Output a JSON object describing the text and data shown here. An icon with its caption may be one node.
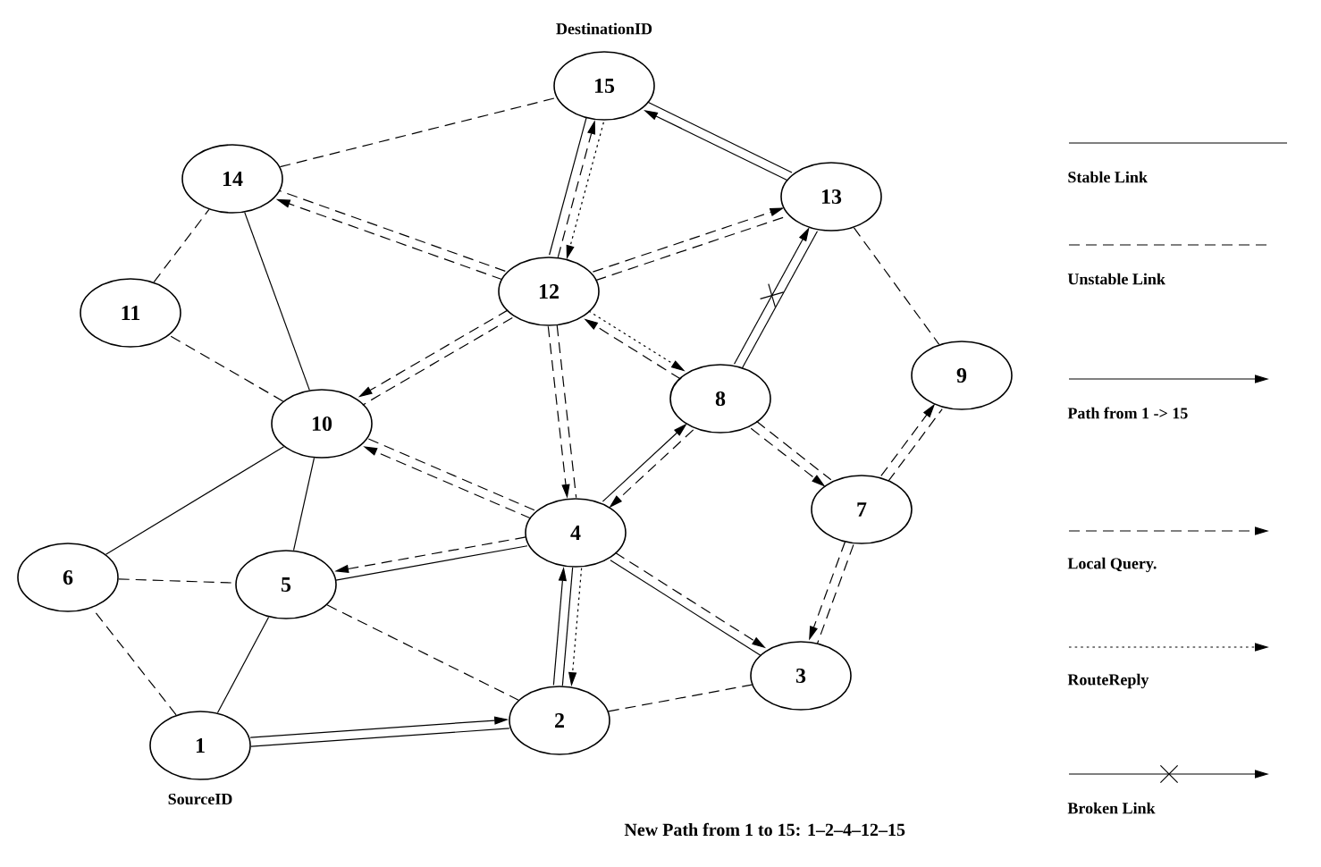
{
  "diagram": {
    "nodes": [
      {
        "text": [
          "1"
        ],
        "beside": [
          "SourceID"
        ]
      },
      {
        "text": [
          "2"
        ]
      },
      {
        "text": [
          "3"
        ]
      },
      {
        "text": [
          "4"
        ]
      },
      {
        "text": [
          "5"
        ]
      },
      {
        "text": [
          "6"
        ]
      },
      {
        "text": [
          "7"
        ]
      },
      {
        "text": [
          "8"
        ]
      },
      {
        "text": [
          "9"
        ]
      },
      {
        "text": [
          "10"
        ]
      },
      {
        "text": [
          "11"
        ]
      },
      {
        "text": [
          "12"
        ]
      },
      {
        "text": [
          "13"
        ]
      },
      {
        "text": [
          "14"
        ]
      },
      {
        "text": [
          "15"
        ],
        "beside": [
          "DestinationID"
        ]
      }
    ],
    "edges": [
      {
        "from": 0,
        "to": 4,
        "arrow": "none"
      },
      {
        "from": 0,
        "to": 5,
        "arrow": "none",
        "style": "dashed"
      },
      {
        "from": 5,
        "to": 4,
        "arrow": "none",
        "style": "dashed"
      },
      {
        "from": 5,
        "to": 9,
        "arrow": "none"
      },
      {
        "from": 4,
        "to": 9,
        "arrow": "none"
      },
      {
        "from": 4,
        "to": 1,
        "arrow": "none",
        "style": "dashed"
      },
      {
        "from": 9,
        "to": 10,
        "arrow": "none",
        "style": "dashed"
      },
      {
        "from": 10,
        "to": 13,
        "arrow": "none",
        "style": "dashed"
      },
      {
        "from": 13,
        "to": 9,
        "arrow": "none"
      },
      {
        "from": 13,
        "to": 14,
        "arrow": "none",
        "style": "dashed"
      },
      {
        "from": 14,
        "to": 11,
        "arrow": "none"
      },
      {
        "from": 11,
        "to": 14,
        "arrow": "to",
        "style": "dashed"
      },
      {
        "from": 14,
        "to": 11,
        "arrow": "to",
        "style": "dashed"
      },
      {
        "from": 12,
        "to": 14,
        "arrow": "to"
      },
      {
        "from": 12,
        "to": 14,
        "arrow": "none"
      },
      {
        "from": 11,
        "to": 13,
        "arrow": "to",
        "style": "dashed"
      },
      {
        "from": 11,
        "to": 13,
        "arrow": "none",
        "style": "dashed"
      },
      {
        "from": 11,
        "to": 12,
        "arrow": "to",
        "style": "dashed"
      },
      {
        "from": 11,
        "to": 12,
        "arrow": "none",
        "style": "dashed"
      },
      {
        "from": 11,
        "to": 9,
        "arrow": "to",
        "style": "dashed"
      },
      {
        "from": 11,
        "to": 9,
        "arrow": "none",
        "style": "dashed"
      },
      {
        "from": 7,
        "to": 11,
        "arrow": "to",
        "style": "dashed"
      },
      {
        "from": 11,
        "to": 7,
        "arrow": "to",
        "style": "dashed"
      },
      {
        "from": 11,
        "to": 3,
        "arrow": "to",
        "style": "dashed"
      },
      {
        "from": 11,
        "to": 3,
        "arrow": "none",
        "style": "dashed"
      },
      {
        "from": 3,
        "to": 9,
        "arrow": "to",
        "style": "dashed"
      },
      {
        "from": 3,
        "to": 9,
        "arrow": "none",
        "style": "dashed"
      },
      {
        "from": 3,
        "to": 4,
        "arrow": "none"
      },
      {
        "from": 3,
        "to": 4,
        "arrow": "to",
        "style": "dashed"
      },
      {
        "from": 3,
        "to": 7,
        "arrow": "to"
      },
      {
        "from": 7,
        "to": 3,
        "arrow": "to",
        "style": "dashed"
      },
      {
        "from": 3,
        "to": 2,
        "arrow": "none"
      },
      {
        "from": 3,
        "to": 2,
        "arrow": "to",
        "style": "dashed"
      },
      {
        "from": 1,
        "to": 3,
        "arrow": "to"
      },
      {
        "from": 1,
        "to": 3,
        "arrow": "none"
      },
      {
        "from": 3,
        "to": 1,
        "arrow": "to",
        "style": "dashed"
      },
      {
        "from": 0,
        "to": 1,
        "arrow": "to"
      },
      {
        "from": 0,
        "to": 1,
        "arrow": "none"
      },
      {
        "from": 1,
        "to": 2,
        "arrow": "none",
        "style": "dashed"
      },
      {
        "from": 7,
        "to": 12,
        "arrow": "to"
      },
      {
        "from": 7,
        "to": 12,
        "arrow": "none"
      },
      {
        "from": 12,
        "to": 8,
        "arrow": "none",
        "style": "dashed"
      },
      {
        "from": 7,
        "to": 6,
        "arrow": "to",
        "style": "dashed"
      },
      {
        "from": 7,
        "to": 6,
        "arrow": "none",
        "style": "dashed"
      },
      {
        "from": 6,
        "to": 8,
        "arrow": "to",
        "style": "dashed"
      },
      {
        "from": 6,
        "to": 8,
        "arrow": "none",
        "style": "dashed"
      },
      {
        "from": 6,
        "to": 2,
        "arrow": "to",
        "style": "dashed"
      },
      {
        "from": 6,
        "to": 2,
        "arrow": "none",
        "style": "dashed"
      }
    ],
    "labels": [
      "New Path from 1 to 15: 1–2–4–12–15"
    ],
    "legend": [
      {
        "text": "Stable Link"
      },
      {
        "text": "Unstable Link"
      },
      {
        "text": "Path from 1 -> 15"
      },
      {
        "text": "Local Query."
      },
      {
        "text": "RouteReply"
      },
      {
        "text": "Broken Link"
      }
    ]
  }
}
